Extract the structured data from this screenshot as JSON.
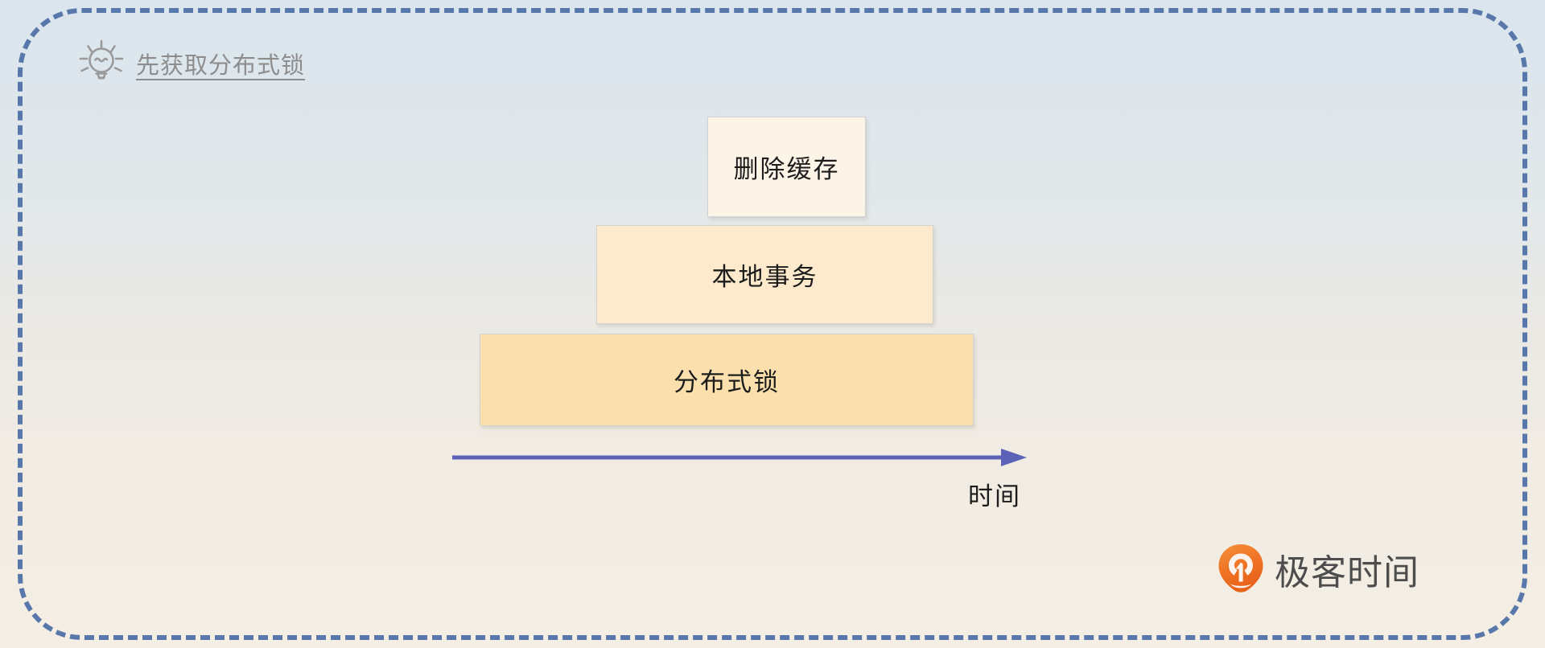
{
  "frame": {
    "border_color": "#5878ab",
    "style": "dashed-rounded"
  },
  "background": {
    "top_color": "#dbe5ed",
    "bottom_color": "#f4eee4"
  },
  "note": {
    "icon": "lightbulb-icon",
    "text": "先获取分布式锁",
    "color": "#8d8d8d"
  },
  "diagram": {
    "type": "stacked-timeline-steps",
    "layers": [
      {
        "id": "delete-cache",
        "label": "删除缓存",
        "fill": "#fdf4e8",
        "border": "#d2d2d2"
      },
      {
        "id": "local-transaction",
        "label": "本地事务",
        "fill": "#fdeacc",
        "border": "#d2d2d2"
      },
      {
        "id": "distributed-lock",
        "label": "分布式锁",
        "fill": "#fbe0ae",
        "border": "#d2d2d2"
      }
    ],
    "axis": {
      "label": "时间",
      "direction": "left-to-right",
      "color": "#5b62b8"
    }
  },
  "brand": {
    "mark": "geektime-pin-icon",
    "name": "极客时间",
    "mark_color": "#f07427",
    "text_color": "#4d4d4d"
  }
}
